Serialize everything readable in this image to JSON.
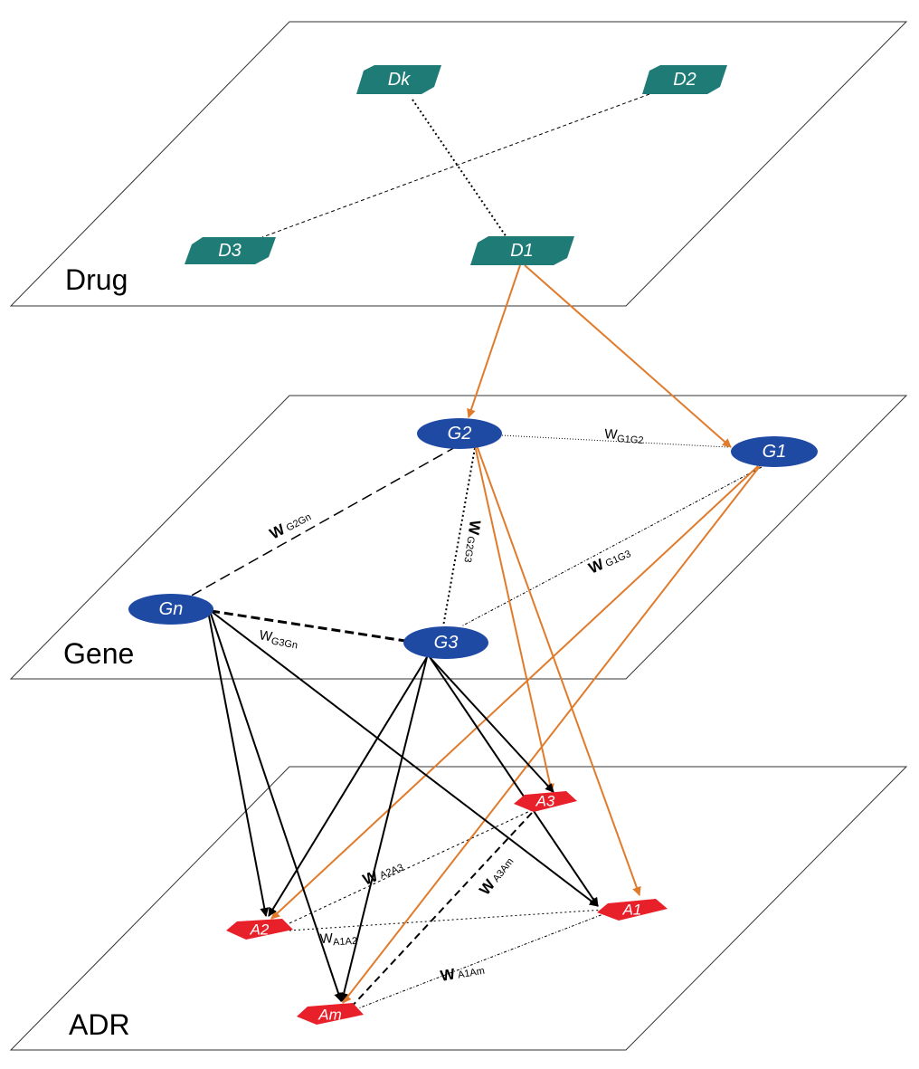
{
  "layers": {
    "drug": "Drug",
    "gene": "Gene",
    "adr": "ADR"
  },
  "drug_nodes": [
    "Dk",
    "D2",
    "D3",
    "D1"
  ],
  "gene_nodes": [
    "G2",
    "G1",
    "Gn",
    "G3"
  ],
  "adr_nodes": [
    "A3",
    "A1",
    "A2",
    "Am"
  ],
  "weights": {
    "g1g2": {
      "w": "W",
      "sub": "G1G2"
    },
    "g2gn": {
      "w": "W",
      "sub": "G2Gn"
    },
    "g2g3": {
      "w": "W",
      "sub": "G2G3"
    },
    "g1g3": {
      "w": "W",
      "sub": "G1G3"
    },
    "g3gn": {
      "w": "W",
      "sub": "G3Gn"
    },
    "a2a3": {
      "w": "W",
      "sub": "A2A3"
    },
    "a3am": {
      "w": "W",
      "sub": "A3Am"
    },
    "a1a2": {
      "w": "W",
      "sub": "A1A2"
    },
    "a1am": {
      "w": "W",
      "sub": "A1Am"
    }
  },
  "colors": {
    "drug_node": "#1f7b76",
    "gene_node": "#1f4aa3",
    "adr_node": "#e8202a",
    "drug_gene_edge": "#e07b2c",
    "gene_adr_edge": "#000000"
  }
}
